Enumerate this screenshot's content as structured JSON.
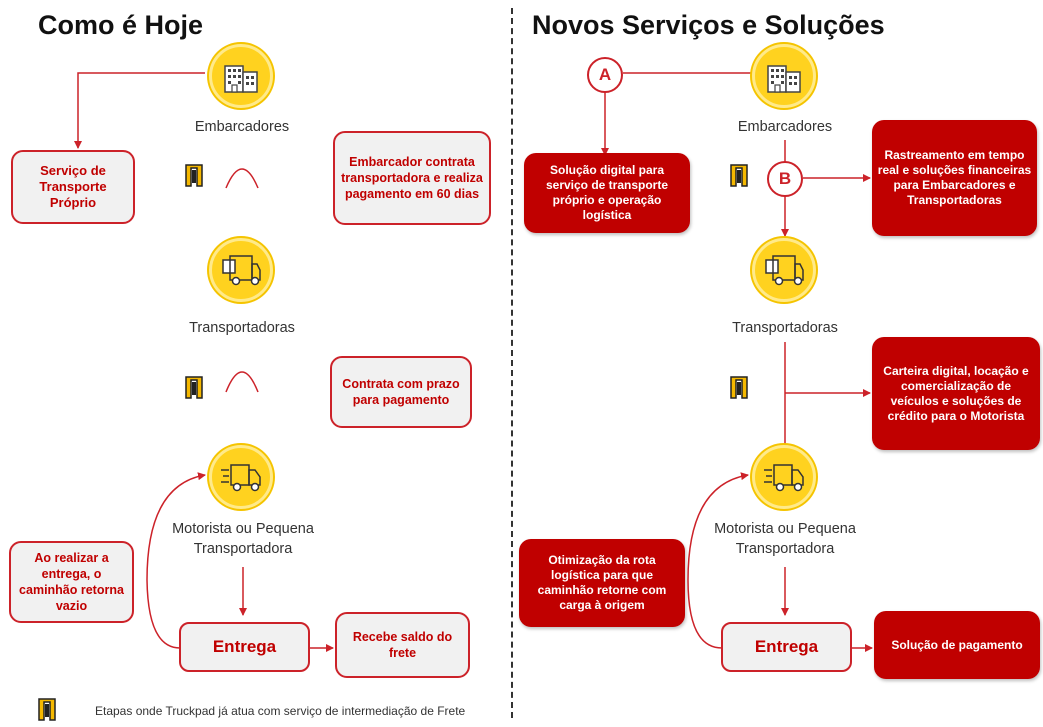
{
  "left": {
    "title": "Como é Hoje",
    "shippers_label": "Embarcadores",
    "carriers_label": "Transportadoras",
    "driver_label_line1": "Motorista ou Pequena",
    "driver_label_line2": "Transportadora",
    "own_transport_box": "Serviço de Transporte Próprio",
    "shipper_contract_box": "Embarcador contrata transportadora e realiza pagamento em 60 dias",
    "carrier_contract_box": "Contrata com prazo para pagamento",
    "return_empty_box": "Ao realizar a entrega, o caminhão retorna vazio",
    "delivery_label": "Entrega",
    "balance_box": "Recebe saldo do frete"
  },
  "right": {
    "title": "Novos Serviços e Soluções",
    "marker_a": "A",
    "marker_b": "B",
    "shippers_label": "Embarcadores",
    "carriers_label": "Transportadoras",
    "driver_label_line1": "Motorista ou Pequena",
    "driver_label_line2": "Transportadora",
    "digital_solution_box": "Solução digital para serviço de transporte próprio e operação logística",
    "tracking_box": "Rastreamento em tempo real e soluções financeiras para Embarcadores e Transportadoras",
    "wallet_box": "Carteira digital, locação e comercialização de veículos e soluções de crédito para o Motorista",
    "route_box": "Otimização da rota logística para que caminhão retorne com carga à origem",
    "delivery_label": "Entrega",
    "payment_box": "Solução de pagamento"
  },
  "legend": {
    "text": "Etapas onde Truckpad já atua com serviço de intermediação de Frete"
  },
  "colors": {
    "accent_red": "#c00000",
    "outline_red": "#cc2229",
    "icon_yellow": "#ffd21f",
    "truckpad_yellow": "#f5b800"
  },
  "icons": [
    "building-icon",
    "truck-box-icon",
    "fast-truck-icon",
    "truckpad-logo-icon"
  ]
}
